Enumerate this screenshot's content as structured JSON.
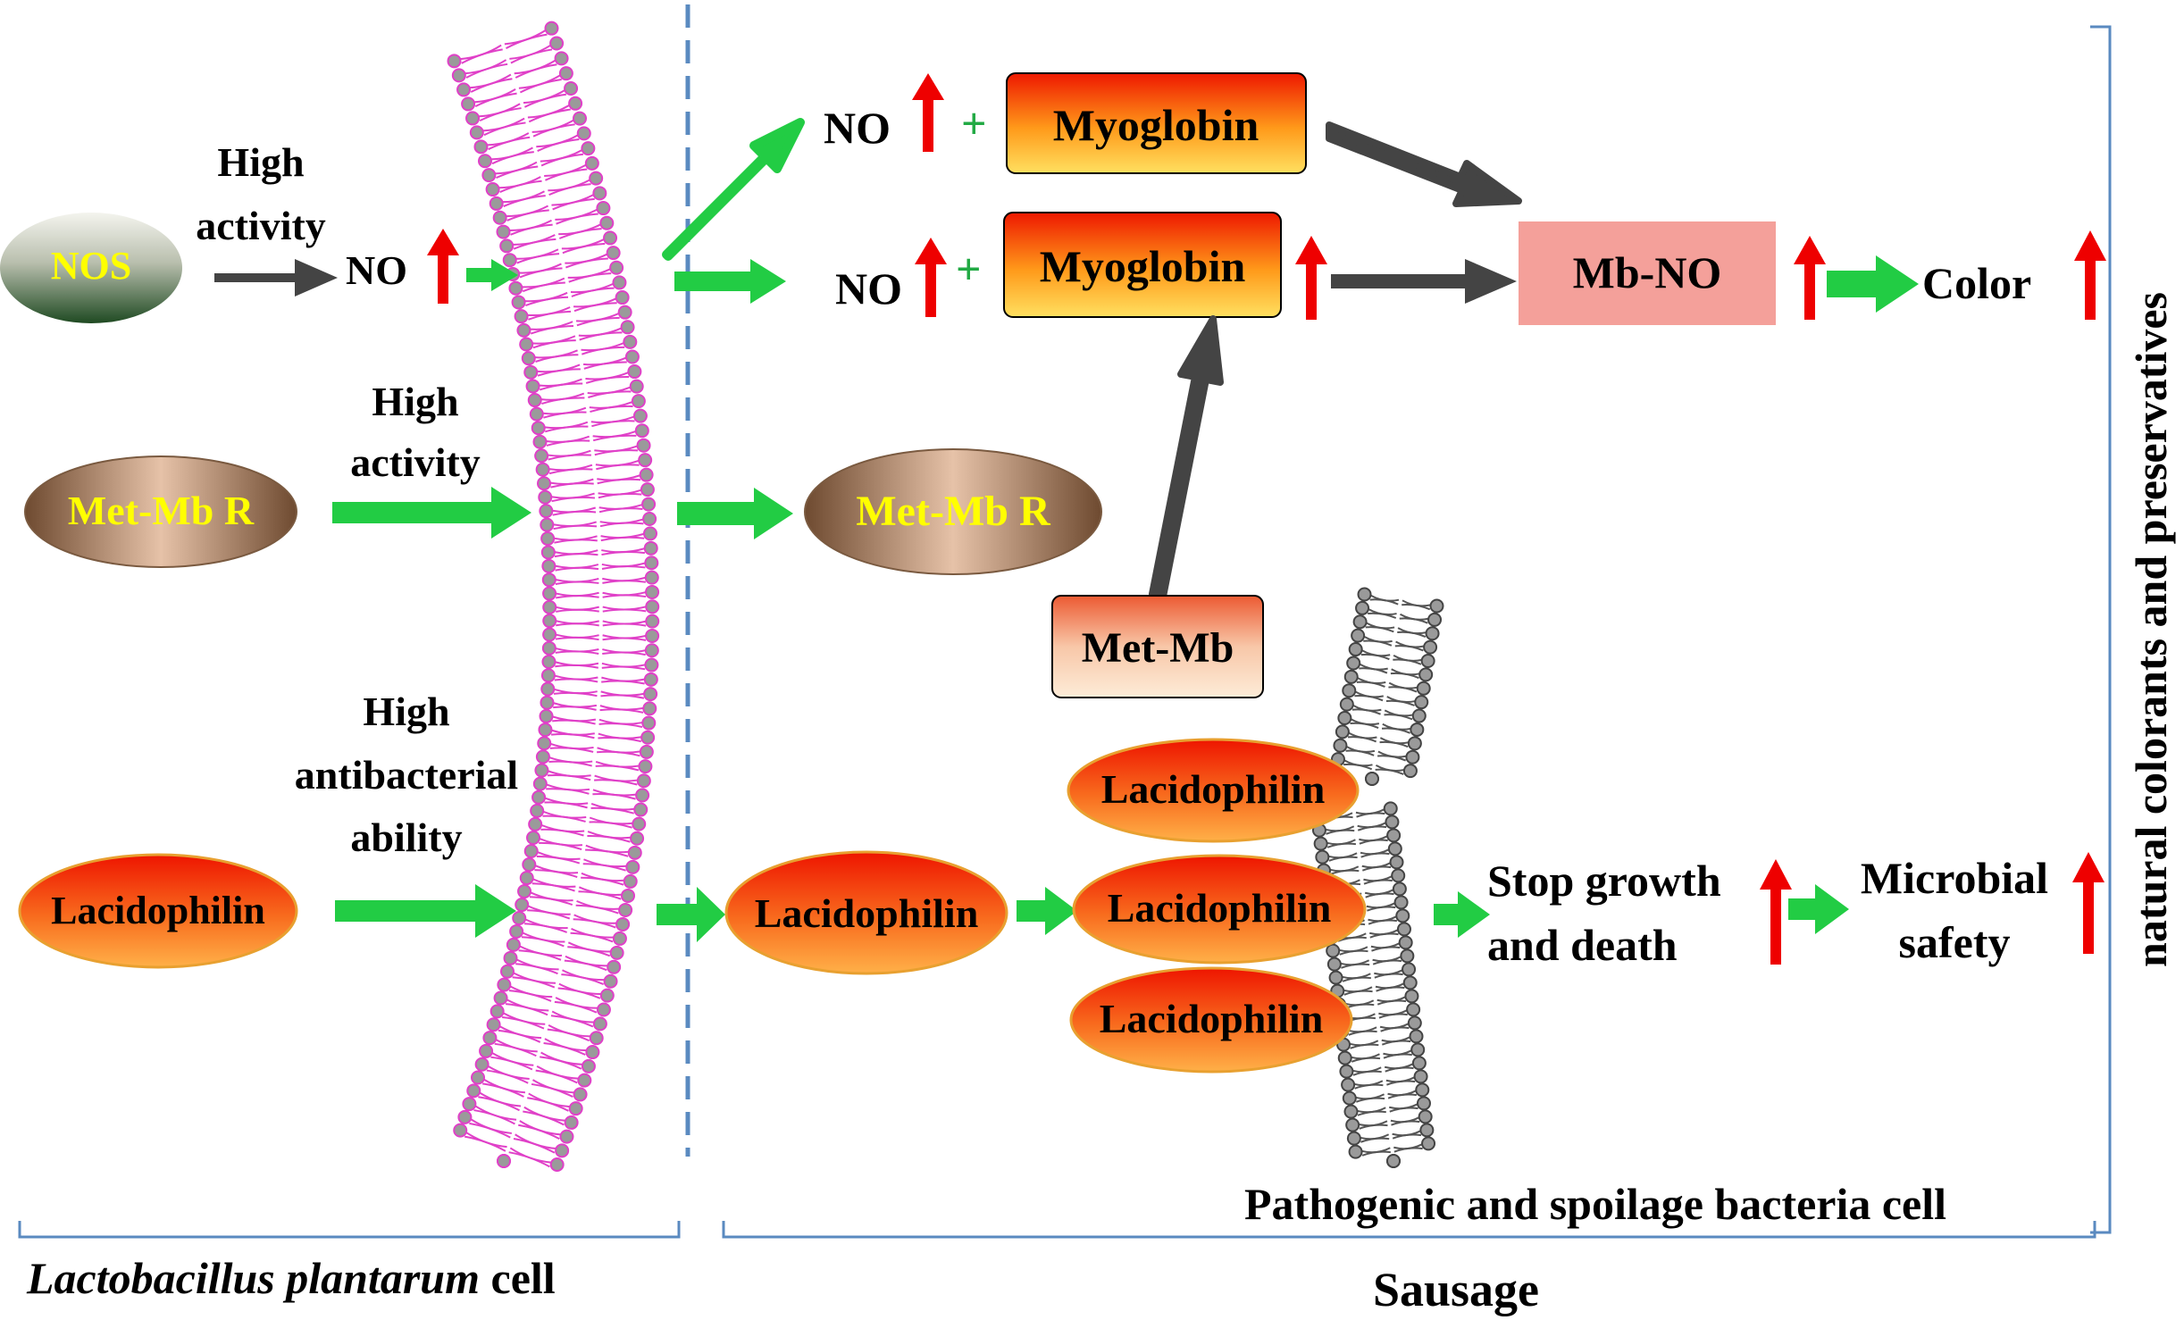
{
  "left": {
    "nos": "NOS",
    "high_activity_1_line1": "High",
    "high_activity_1_line2": "activity",
    "no_1": "NO",
    "high_activity_2_line1": "High",
    "high_activity_2_line2": "activity",
    "met_mb_r": "Met-Mb R",
    "high_antibacterial_line1": "High",
    "high_antibacterial_line2": "antibacterial",
    "high_antibacterial_line3": "ability",
    "lacidophilin": "Lacidophilin",
    "cell_label_italic": "Lactobacillus plantarum",
    "cell_label_rest": " cell"
  },
  "right": {
    "no_top": "NO",
    "plus_top": "+",
    "myoglobin_top": "Myoglobin",
    "no_mid": "NO",
    "plus_mid": "+",
    "myoglobin_mid": "Myoglobin",
    "mb_no": "Mb-NO",
    "color": "Color",
    "met_mb_r": "Met-Mb R",
    "met_mb": "Met-Mb",
    "lacidophilin_1": "Lacidophilin",
    "lacidophilin_2": "Lacidophilin",
    "lacidophilin_3": "Lacidophilin",
    "lacidophilin_4": "Lacidophilin",
    "stop_line1": "Stop growth",
    "stop_line2": "and  death",
    "microbial_line1": "Microbial",
    "microbial_line2": "safety",
    "pathogenic_label": "Pathogenic and spoilage bacteria cell",
    "sausage_label": "Sausage",
    "side_label": "natural colorants and preservatives"
  },
  "colors": {
    "green_arrow": "#22cc44",
    "red_arrow": "#ee0000",
    "gray_arrow": "#444444",
    "membrane_pink": "#e040c8",
    "bracket_blue": "#5a8ac0",
    "mb_no_fill": "#f4a09a",
    "label_yellow": "#ffff00"
  }
}
